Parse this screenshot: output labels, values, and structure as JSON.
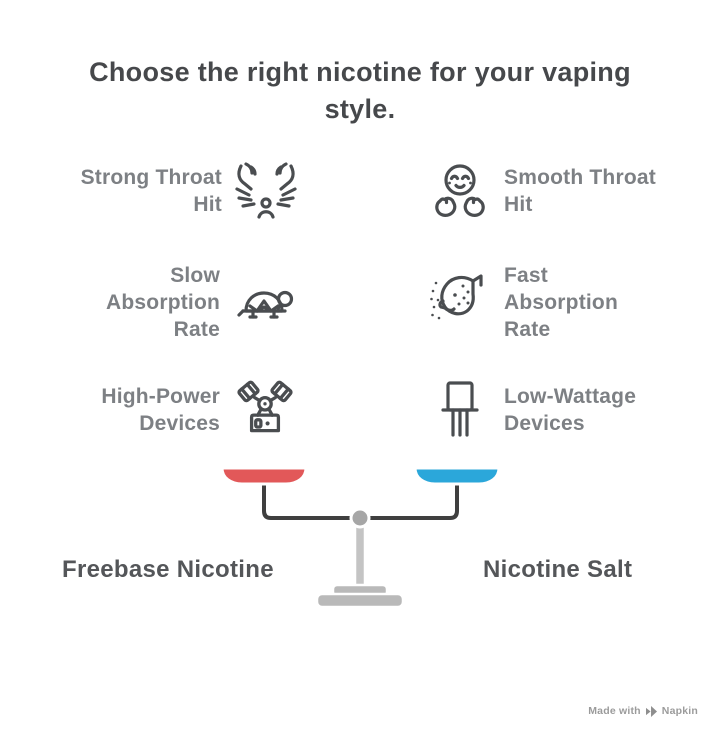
{
  "title": "Choose the right nicotine for your vaping\nstyle.",
  "comparison_rows": [
    {
      "left": {
        "label": "Strong Throat\nHit",
        "icon": "impact-hands-icon"
      },
      "right": {
        "label": "Smooth Throat\nHit",
        "icon": "calm-face-icon"
      }
    },
    {
      "left": {
        "label": "Slow\nAbsorption\nRate",
        "icon": "turtle-icon"
      },
      "right": {
        "label": "Fast\nAbsorption\nRate",
        "icon": "cheetah-icon"
      }
    },
    {
      "left": {
        "label": "High-Power\nDevices",
        "icon": "engine-icon"
      },
      "right": {
        "label": "Low-Wattage\nDevices",
        "icon": "transistor-icon"
      }
    }
  ],
  "scale": {
    "left_label": "Freebase Nicotine",
    "right_label": "Nicotine Salt",
    "left_pan_color": "#E25859",
    "right_pan_color": "#2BA7DA"
  },
  "colors": {
    "title_text": "#46484B",
    "item_text": "#7D8084",
    "icon_stroke": "#4A4D50",
    "scale_label_text": "#545659",
    "beam": "#3F3F3F",
    "stand_metal": "#C4C4C4",
    "base_metal": "#B9B9B9",
    "pivot_metal": "#A6A6A6",
    "watermark_text": "#9B9B9B",
    "background": "#FFFFFF"
  },
  "watermark": {
    "prefix": "Made with",
    "brand": "Napkin"
  }
}
